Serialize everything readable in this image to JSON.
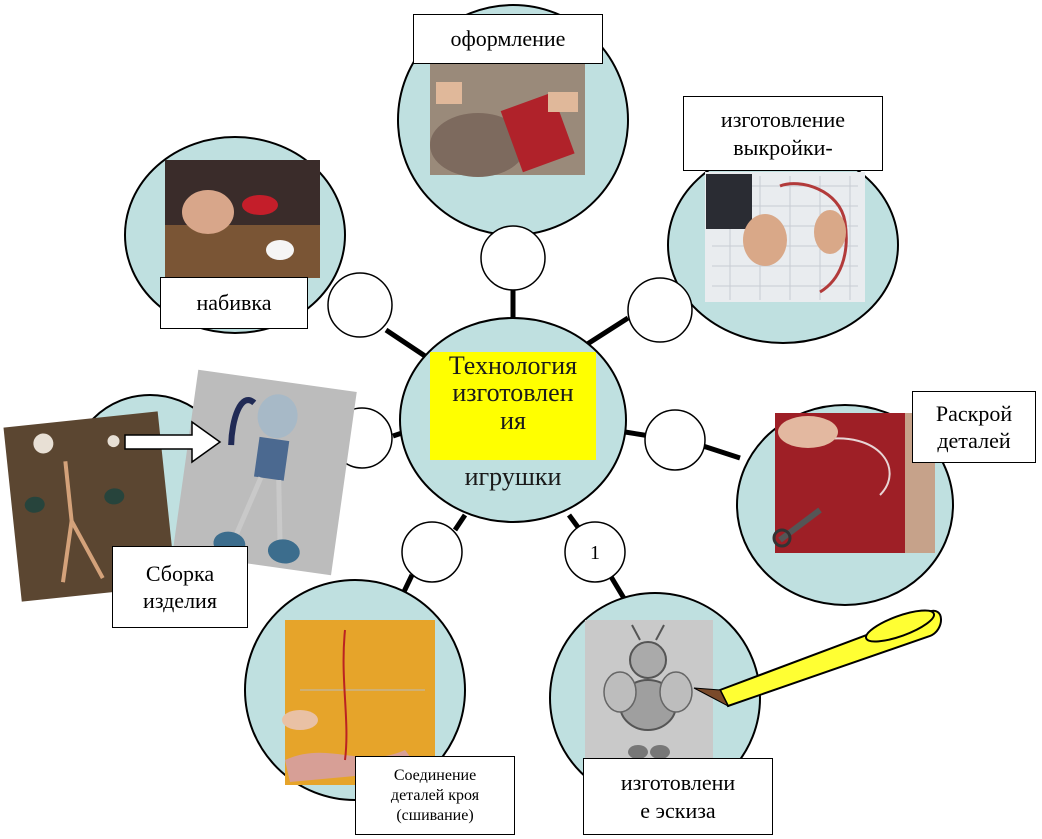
{
  "center": {
    "lines": [
      "Технология",
      "изготовлен",
      "ия"
    ],
    "tail": "игрушки"
  },
  "steps": [
    {
      "id": "oformlenie",
      "label_lines": [
        "оформление"
      ],
      "photo": "hands-decorating-felt"
    },
    {
      "id": "vykroika",
      "label_lines": [
        "изготовление",
        "выкройки-"
      ],
      "photo": "hands-drawing-pattern"
    },
    {
      "id": "raskroi",
      "label_lines": [
        "Раскрой",
        "деталей"
      ],
      "photo": "scissors-cutting-fabric"
    },
    {
      "id": "eskiz",
      "label_lines": [
        "изготовлени",
        "е эскиза"
      ],
      "photo": "bee-sketch"
    },
    {
      "id": "soedinenie",
      "label_lines": [
        "Соединение",
        "деталей кроя",
        "(сшивание)"
      ],
      "photo": "hand-sewing"
    },
    {
      "id": "sborka",
      "label_lines": [
        "Сборка",
        "изделия"
      ],
      "photo": "doll-assembly"
    },
    {
      "id": "nabivka",
      "label_lines": [
        "набивка"
      ],
      "photo": "hands-stuffing"
    }
  ],
  "step_number": "1",
  "colors": {
    "bubble": "#bfe0e0",
    "center_highlight": "#ffff00",
    "pencil": "#ffff33",
    "outline": "#000000"
  }
}
